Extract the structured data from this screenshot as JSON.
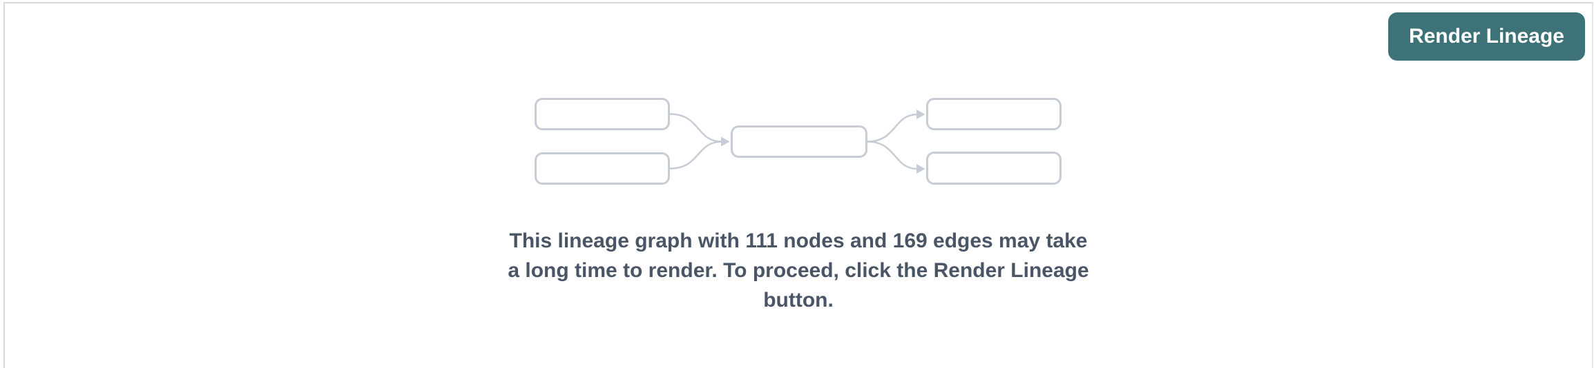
{
  "colors": {
    "page_bg": "#FFFFFF",
    "panel_border": "#D9D9DD",
    "panel_border_faint": "#E7E7EA",
    "accent_teal": "#3D7378",
    "button_text": "#FFFFFF",
    "graphic_stroke": "#C8CCD5",
    "message_text": "#4A5565"
  },
  "toolbar": {
    "render_button_label": "Render Lineage"
  },
  "empty_state": {
    "node_count": 111,
    "edge_count": 169,
    "message_lines": [
      "This lineage graph with 111 nodes and 169 edges may take",
      "a long time to render. To proceed, click the Render Lineage",
      "button."
    ],
    "graphic": {
      "name": "lineage-graph-placeholder",
      "box_count": 5,
      "layout": "2 upstream nodes -> 1 center node -> 2 downstream nodes"
    }
  }
}
